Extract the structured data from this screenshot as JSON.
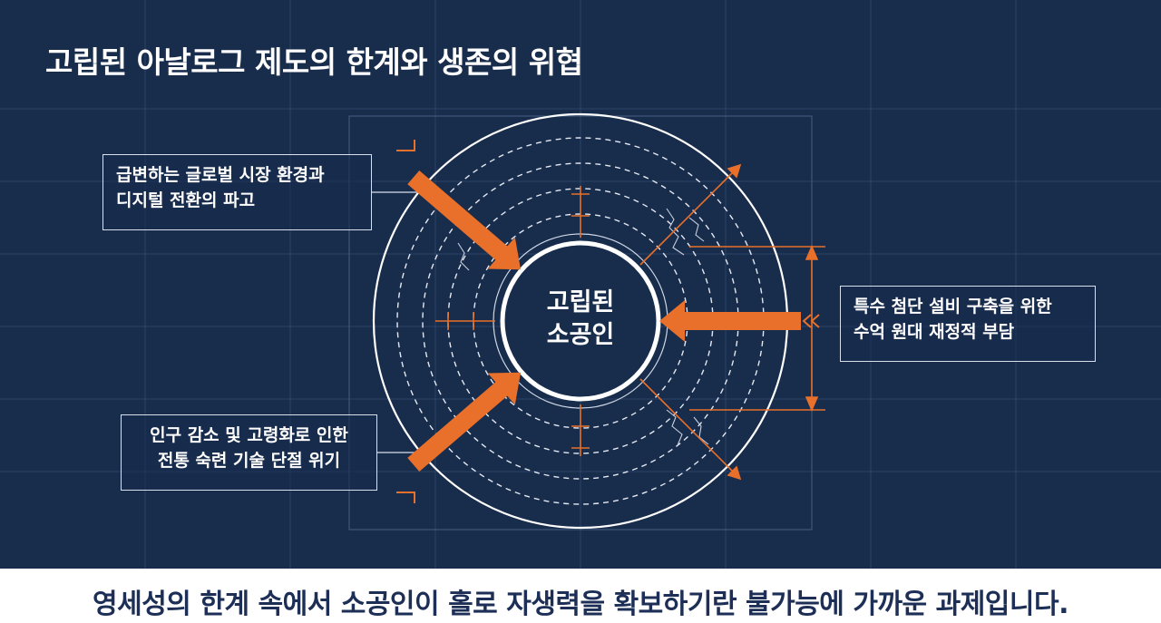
{
  "title": "고립된 아날로그 제도의 한계와 생존의 위협",
  "center": {
    "line1": "고립된",
    "line2": "소공인"
  },
  "callouts": [
    {
      "line1": "급변하는 글로벌 시장 환경과",
      "line2": "디지털 전환의 파고"
    },
    {
      "line1": "특수 첨단 설비 구축을 위한",
      "line2": "수억 원대 재정적 부담"
    },
    {
      "line1": "인구 감소 및 고령화로 인한",
      "line2": "전통 숙련 기술 단절 위기"
    }
  ],
  "footer": "영세성의 한계 속에서 소공인이 홀로 자생력을 확보하기란 불가능에 가까운 과제입니다.",
  "colors": {
    "background": "#182c4c",
    "accent": "#e8702a",
    "line": "#ffffff",
    "footer_text": "#1d2f56"
  },
  "icons": [
    "arrow-in-icon"
  ]
}
